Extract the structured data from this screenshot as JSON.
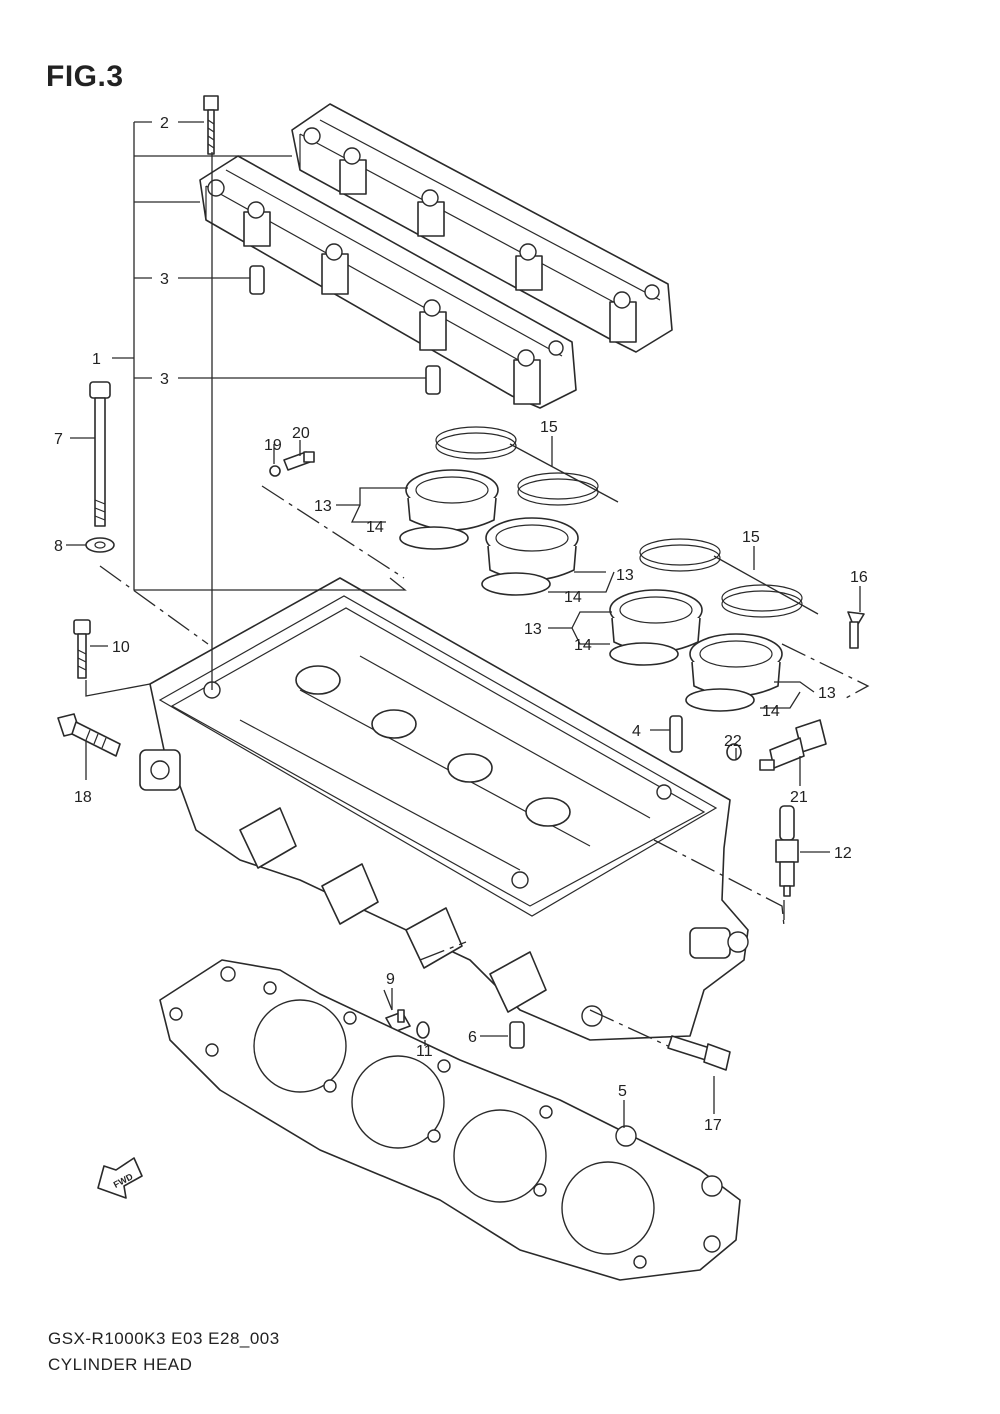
{
  "figure": {
    "title": "FIG.3"
  },
  "footer": {
    "model": "GSX-R1000K3 E03 E28_003",
    "name": "CYLINDER HEAD"
  },
  "direction_label": "FWD",
  "callouts": {
    "c1": "1",
    "c2": "2",
    "c3a": "3",
    "c3b": "3",
    "c4": "4",
    "c5": "5",
    "c6": "6",
    "c7": "7",
    "c8": "8",
    "c9": "9",
    "c10": "10",
    "c11": "11",
    "c12": "12",
    "c13a": "13",
    "c13b": "13",
    "c13c": "13",
    "c13d": "13",
    "c14a": "14",
    "c14b": "14",
    "c14c": "14",
    "c14d": "14",
    "c15a": "15",
    "c15b": "15",
    "c16": "16",
    "c17": "17",
    "c18": "18",
    "c19": "19",
    "c20": "20",
    "c21": "21",
    "c22": "22"
  }
}
